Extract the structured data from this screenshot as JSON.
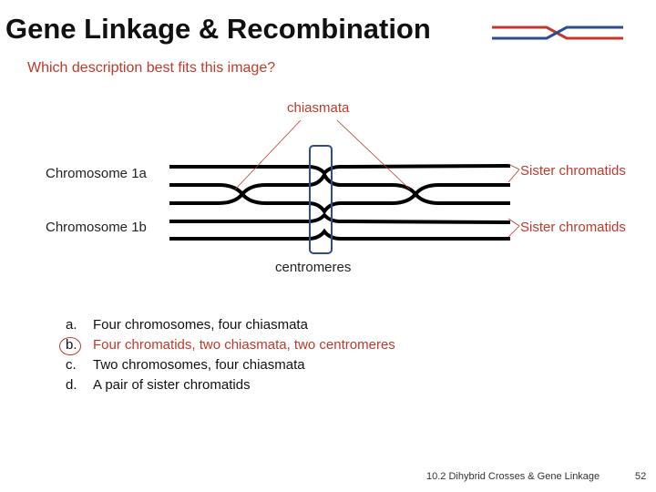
{
  "slide": {
    "title": "Gene Linkage  & Recombination",
    "question": "Which description best fits this image?"
  },
  "diagram": {
    "chiasmata_label": "chiasmata",
    "chromosome_1a_label": "Chromosome 1a",
    "chromosome_1b_label": "Chromosome 1b",
    "sister_chromatids_top_label": "Sister chromatids",
    "sister_chromatids_bottom_label": "Sister chromatids",
    "centromeres_label": "centromeres",
    "colors": {
      "accent_red": "#c0392b",
      "accent_blue": "#2e4d8f",
      "chromatid": "#000000"
    }
  },
  "options": [
    {
      "letter": "a.",
      "text": "Four chromosomes, four chiasmata",
      "selected": false
    },
    {
      "letter": "b.",
      "text": "Four chromatids, two chiasmata, two centromeres",
      "selected": true
    },
    {
      "letter": "c.",
      "text": "Two chromosomes, four chiasmata",
      "selected": false
    },
    {
      "letter": "d.",
      "text": "A pair of sister chromatids",
      "selected": false
    }
  ],
  "footer": {
    "section": "10.2 Dihybrid Crosses & Gene Linkage",
    "page": "52"
  }
}
